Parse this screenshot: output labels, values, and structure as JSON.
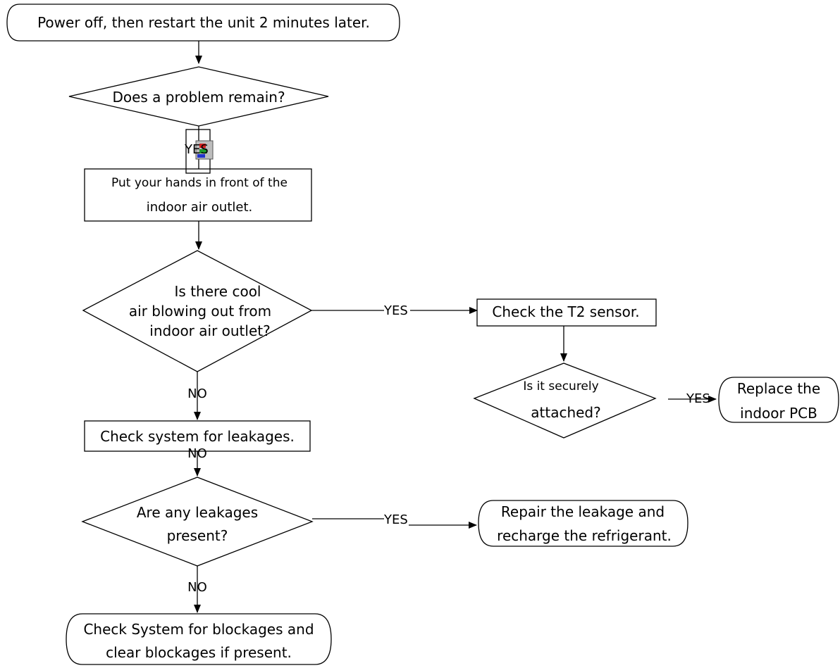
{
  "diagram": {
    "start": "Power off, then restart the unit 2 minutes later.",
    "q_problem": "Does a problem remain?",
    "lbl_yes_1": "YES",
    "hands": [
      "Put your hands in front of the",
      "indoor air outlet."
    ],
    "q_cool": [
      "Is there cool",
      "air blowing out from",
      "indoor air outlet?"
    ],
    "lbl_yes_2": "YES",
    "t2": "Check the T2 sensor.",
    "q_attached": [
      "Is it securely",
      "attached?"
    ],
    "lbl_yes_3": "YES",
    "replace": [
      "Replace the",
      "indoor PCB"
    ],
    "lbl_no_1": "NO",
    "leak_check": "Check system for leakages.",
    "lbl_no_2": "NO",
    "q_leak": [
      "Are any leakages",
      "present?"
    ],
    "lbl_yes_4": "YES",
    "repair": [
      "Repair the leakage and",
      "recharge the refrigerant."
    ],
    "lbl_no_3": "NO",
    "blockage": [
      "Check System for blockages and",
      "clear blockages if present."
    ]
  }
}
